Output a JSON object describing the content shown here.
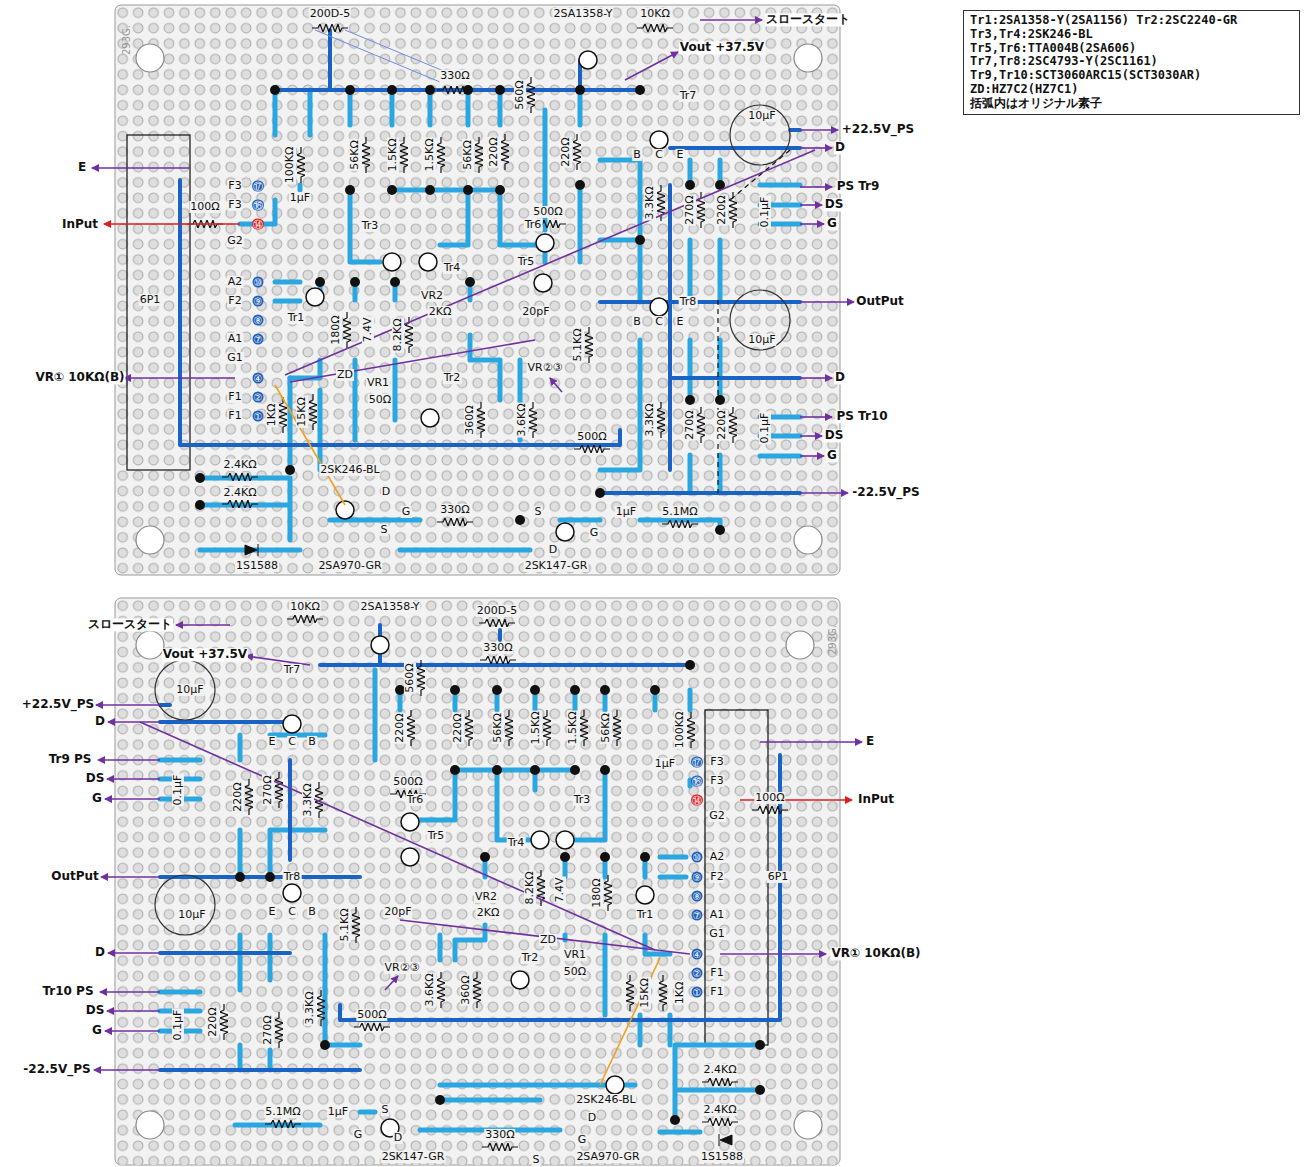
{
  "diagram": {
    "nodes": [
      {
        "text": [
          "Tr1:2SA1358-Y(2SA1156) Tr2:2SC2240-GR",
          "Tr3,Tr4:2SK246-BL",
          "Tr5,Tr6:TTA004B(2SA606)",
          "Tr7,Tr8:2SC4793-Y(2SC1161)",
          "Tr9,Tr10:SCT3060ARC15(SCT3030AR)",
          "ZD:HZ7C2(HZ7C1)",
          "括弧内はオリジナル素子"
        ]
      }
    ],
    "labels": [
      "200D-5",
      "2SA1358-Y",
      "10KΩ",
      "スロースタート",
      "330Ω",
      "Vout +37.5V",
      "Tr7",
      "10μF",
      "+22.5V_PS",
      "D",
      "PS Tr9",
      "DS",
      "G",
      "OutPut",
      "D",
      "PS Tr10",
      "DS",
      "G",
      "-22.5V_PS",
      "E",
      "InPut",
      "VR① 10KΩ(B)",
      "100Ω",
      "100KΩ",
      "1μF",
      "56KΩ",
      "1.5KΩ",
      "1.5KΩ",
      "56KΩ",
      "220Ω",
      "560Ω",
      "220Ω",
      "500Ω",
      "Tr3",
      "Tr4",
      "Tr6",
      "Tr5",
      "B",
      "C",
      "E",
      "3.3KΩ",
      "270Ω",
      "220Ω",
      "0.1μF",
      "F3",
      "⑰",
      "F3",
      "⑯",
      "G2",
      "⑭",
      "A2",
      "⑩",
      "F2",
      "⑨",
      "⑧",
      "A1",
      "⑦",
      "G1",
      "④",
      "F1",
      "②",
      "F1",
      "①",
      "6P1",
      "Tr1",
      "180Ω",
      "7.4V",
      "ZD",
      "8.2KΩ",
      "VR2",
      "2KΩ",
      "20pF",
      "5.1KΩ",
      "VR②③",
      "Tr8",
      "B",
      "C",
      "E",
      "10μF",
      "VR1",
      "50Ω",
      "Tr2",
      "1KΩ",
      "15KΩ",
      "360Ω",
      "3.6KΩ",
      "500Ω",
      "3.3KΩ",
      "270Ω",
      "220Ω",
      "0.1μF",
      "2.4KΩ",
      "2.4KΩ",
      "2SK246-BL",
      "D",
      "G",
      "S",
      "330Ω",
      "S",
      "1μF",
      "5.1MΩ",
      "G",
      "D",
      "1S1588",
      "2SA970-GR",
      "2SK147-GR",
      "293G.",
      "スロースタート",
      "10KΩ",
      "2SA1358-Y",
      "200D-5",
      "330Ω",
      "Vout +37.5V",
      "Tr7",
      "560Ω",
      "220Ω",
      "220Ω",
      "500Ω",
      "56KΩ",
      "1.5KΩ",
      "1.5KΩ",
      "56KΩ",
      "100KΩ",
      "1μF",
      "E",
      "⑰",
      "F3",
      "⑯",
      "F3",
      "⑭",
      "G2",
      "InPut",
      "100Ω",
      "⑩",
      "A2",
      "⑨",
      "F2",
      "⑧",
      "⑦",
      "A1",
      "G1",
      "④",
      "②",
      "F1",
      "①",
      "F1",
      "6P1",
      "VR① 10KΩ(B)",
      "+22.5V_PS",
      "D",
      "Tr9 PS",
      "DS",
      "G",
      "OutPut",
      "D",
      "Tr10 PS",
      "DS",
      "G",
      "-22.5V_PS",
      "10μF",
      "10μF",
      "E",
      "C",
      "B",
      "0.1μF",
      "220Ω",
      "270Ω",
      "3.3KΩ",
      "Tr6",
      "Tr5",
      "Tr3",
      "Tr4",
      "Tr8",
      "E",
      "C",
      "B",
      "5.1KΩ",
      "20pF",
      "VR②③",
      "VR2",
      "2KΩ",
      "8.2KΩ",
      "7.4V",
      "ZD",
      "180Ω",
      "Tr1",
      "Tr2",
      "VR1",
      "50Ω",
      "15KΩ",
      "1KΩ",
      "360Ω",
      "3.6KΩ",
      "3.3KΩ",
      "500Ω",
      "0.1μF",
      "220Ω",
      "270Ω",
      "5.1MΩ",
      "1μF",
      "S",
      "G",
      "D",
      "330Ω",
      "S",
      "G",
      "D",
      "2SK246-BL",
      "2.4KΩ",
      "2.4KΩ",
      "2SK147-GR",
      "2SA970-GR",
      "1S1588",
      "293G."
    ]
  }
}
